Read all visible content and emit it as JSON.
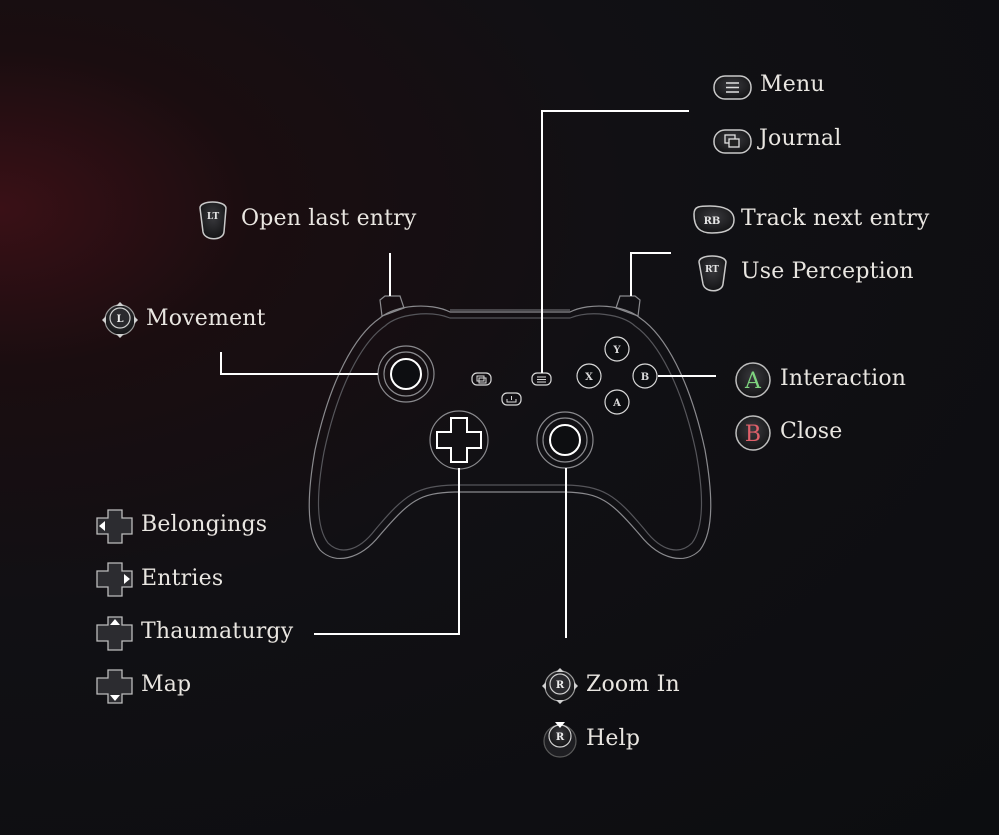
{
  "bindings": {
    "menu": "Menu",
    "journal": "Journal",
    "open_last_entry": "Open last entry",
    "track_next_entry": "Track next entry",
    "use_perception": "Use Perception",
    "movement": "Movement",
    "interaction": "Interaction",
    "close": "Close",
    "belongings": "Belongings",
    "entries": "Entries",
    "thaumaturgy": "Thaumaturgy",
    "map": "Map",
    "zoom_in": "Zoom In",
    "help": "Help"
  },
  "button_glyphs": {
    "lt": "LT",
    "rb": "RB",
    "rt": "RT",
    "left_stick": "L",
    "right_stick": "R",
    "face_a": "A",
    "face_b": "B",
    "face_x": "X",
    "face_y": "Y"
  },
  "colors": {
    "a_button": "#7fd47f",
    "b_button": "#e0606a",
    "line": "#ffffff",
    "text": "#e9e6e1"
  }
}
